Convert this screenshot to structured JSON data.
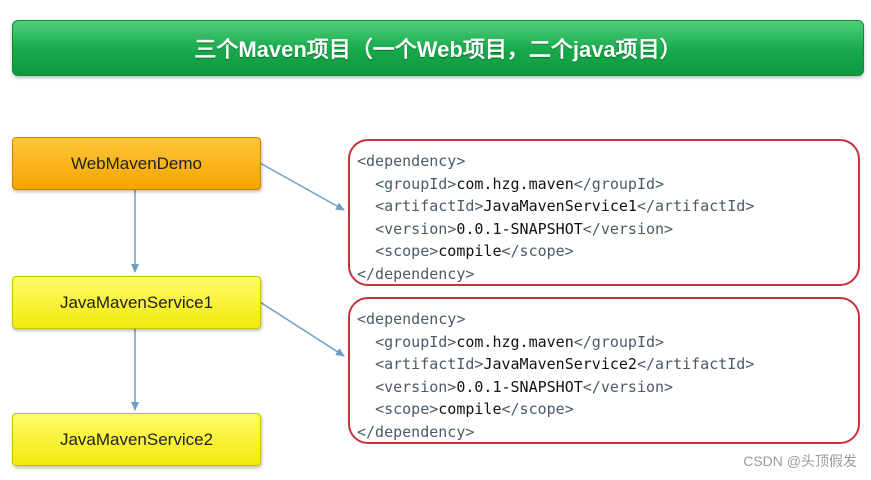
{
  "title": "三个Maven项目（一个Web项目，二个java项目）",
  "projects": {
    "web": "WebMavenDemo",
    "service1": "JavaMavenService1",
    "service2": "JavaMavenService2"
  },
  "dependencies": [
    {
      "open": "<dependency>",
      "groupId_open": "<groupId>",
      "groupId": "com.hzg.maven",
      "groupId_close": "</groupId>",
      "artifactId_open": "<artifactId>",
      "artifactId": "JavaMavenService1",
      "artifactId_close": "</artifactId>",
      "version_open": "<version>",
      "version": "0.0.1-SNAPSHOT",
      "version_close": "</version>",
      "scope_open": "<scope>",
      "scope": "compile",
      "scope_close": "</scope>",
      "close": "</dependency>"
    },
    {
      "open": "<dependency>",
      "groupId_open": "<groupId>",
      "groupId": "com.hzg.maven",
      "groupId_close": "</groupId>",
      "artifactId_open": "<artifactId>",
      "artifactId": "JavaMavenService2",
      "artifactId_close": "</artifactId>",
      "version_open": "<version>",
      "version": "0.0.1-SNAPSHOT",
      "version_close": "</version>",
      "scope_open": "<scope>",
      "scope": "compile",
      "scope_close": "</scope>",
      "close": "</dependency>"
    }
  ],
  "watermark": "CSDN @头顶假发",
  "colors": {
    "title_green": "#16a84a",
    "web_orange": "#f4a400",
    "service_yellow": "#f2ea0a",
    "box_border_red": "#c8313b",
    "connector_blue": "#6f9ec4"
  }
}
